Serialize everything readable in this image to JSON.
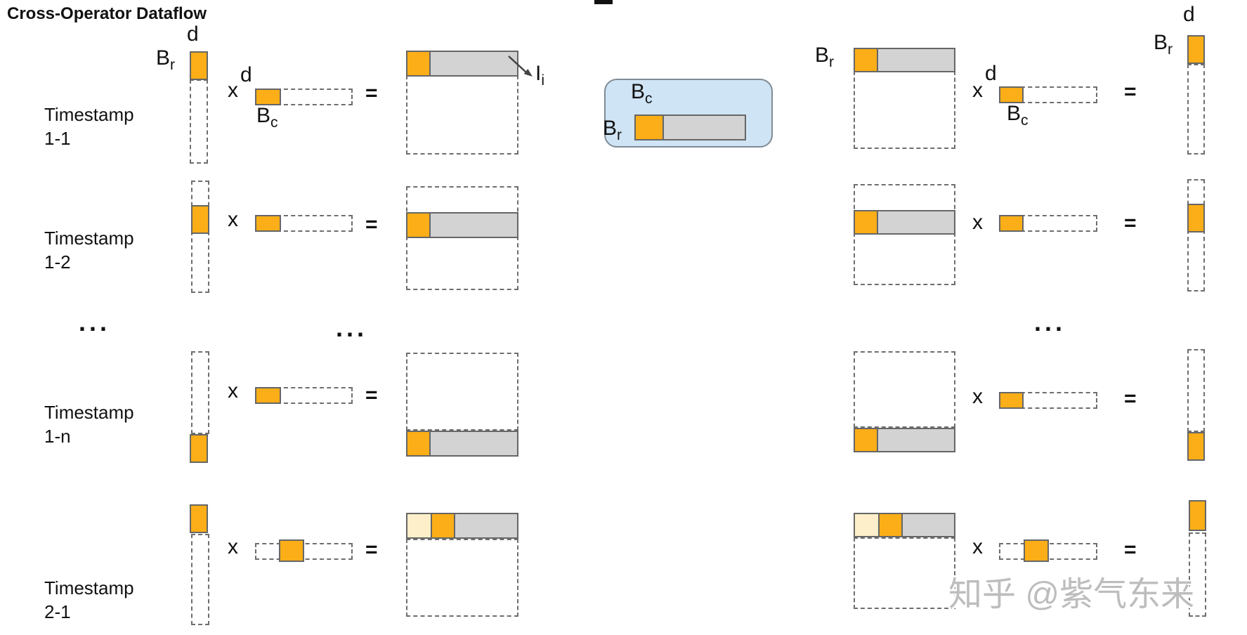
{
  "title": "Cross-Operator Dataflow",
  "rows": [
    {
      "line1": "Timestamp",
      "line2": "1-1"
    },
    {
      "line1": "Timestamp",
      "line2": "1-2"
    },
    {
      "line1": "Timestamp",
      "line2": "1-n"
    },
    {
      "line1": "Timestamp",
      "line2": "2-1"
    }
  ],
  "symbols": {
    "b": "B",
    "sub_r": "r",
    "sub_c": "c",
    "d": "d",
    "result": "I",
    "sub_i": "i",
    "multiply": "x",
    "equals": "=",
    "ellipsis": "..."
  },
  "watermark": "知乎 @紫气东来",
  "colors": {
    "orange_block": "#FBAE17",
    "gray_block": "#D3D3D3",
    "cream_block": "#FCEFC9",
    "legend_fill": "#CFE4F5",
    "legend_border": "#7F8B94",
    "outline": "#666666",
    "dashed_outline": "#6e6e6e",
    "watermark_gray": "#BDBDBD"
  }
}
